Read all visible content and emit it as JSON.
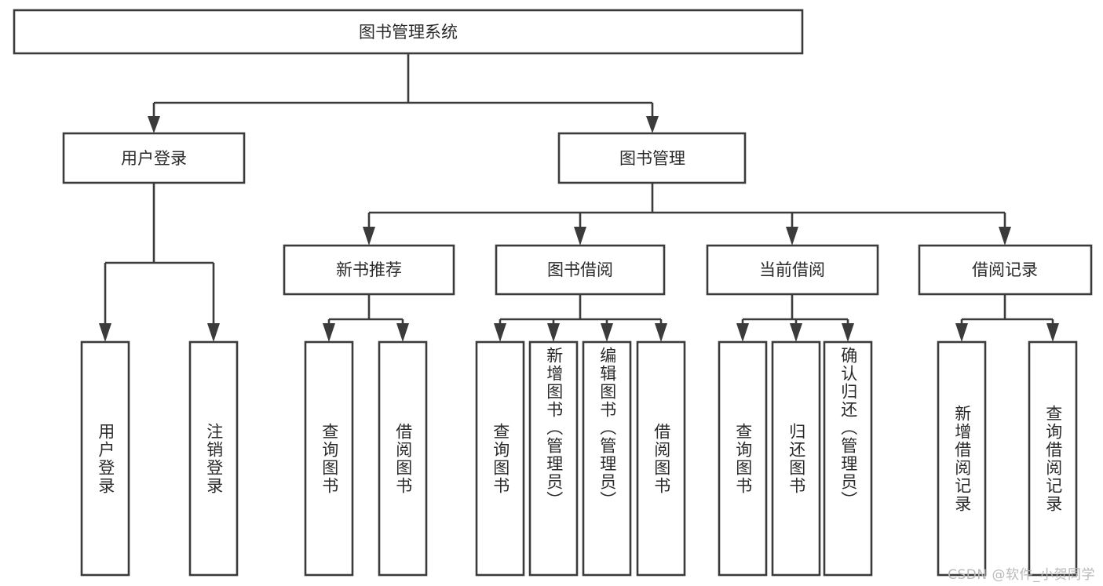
{
  "diagram": {
    "type": "tree",
    "title": "图书管理系统",
    "orientation": "top-down",
    "theme": {
      "box_fill": "#ffffff",
      "box_stroke": "#3b3b3b",
      "text_color": "#2a2a2a",
      "watermark_color": "#b9b9b9",
      "background": "#ffffff"
    },
    "watermark": "CSDN @软件_小贺同学",
    "levels": {
      "root": {
        "label": "图书管理系统"
      },
      "level2": [
        {
          "id": "user-login",
          "label": "用户登录"
        },
        {
          "id": "book-management",
          "label": "图书管理"
        }
      ],
      "level3": [
        {
          "id": "new-book-recommend",
          "label": "新书推荐",
          "parent": "book-management"
        },
        {
          "id": "book-borrow",
          "label": "图书借阅",
          "parent": "book-management"
        },
        {
          "id": "current-borrow",
          "label": "当前借阅",
          "parent": "book-management"
        },
        {
          "id": "borrow-record",
          "label": "借阅记录",
          "parent": "book-management"
        }
      ],
      "leaves": [
        {
          "id": "leaf-user-login",
          "label": "用户登录",
          "parent": "user-login"
        },
        {
          "id": "leaf-logout-login",
          "label": "注销登录",
          "parent": "user-login"
        },
        {
          "id": "leaf-query-book-1",
          "label": "查询图书",
          "parent": "new-book-recommend"
        },
        {
          "id": "leaf-borrow-book-1",
          "label": "借阅图书",
          "parent": "new-book-recommend"
        },
        {
          "id": "leaf-query-book-2",
          "label": "查询图书",
          "parent": "book-borrow"
        },
        {
          "id": "leaf-add-book",
          "label": "新增图书（管理员）",
          "parent": "book-borrow"
        },
        {
          "id": "leaf-edit-book",
          "label": "编辑图书（管理员）",
          "parent": "book-borrow"
        },
        {
          "id": "leaf-borrow-book-2",
          "label": "借阅图书",
          "parent": "book-borrow"
        },
        {
          "id": "leaf-query-book-3",
          "label": "查询图书",
          "parent": "current-borrow"
        },
        {
          "id": "leaf-return-book",
          "label": "归还图书",
          "parent": "current-borrow"
        },
        {
          "id": "leaf-confirm-return",
          "label": "确认归还（管理员）",
          "parent": "current-borrow"
        },
        {
          "id": "leaf-add-record",
          "label": "新增借阅记录",
          "parent": "borrow-record"
        },
        {
          "id": "leaf-query-record",
          "label": "查询借阅记录",
          "parent": "borrow-record"
        }
      ]
    }
  }
}
